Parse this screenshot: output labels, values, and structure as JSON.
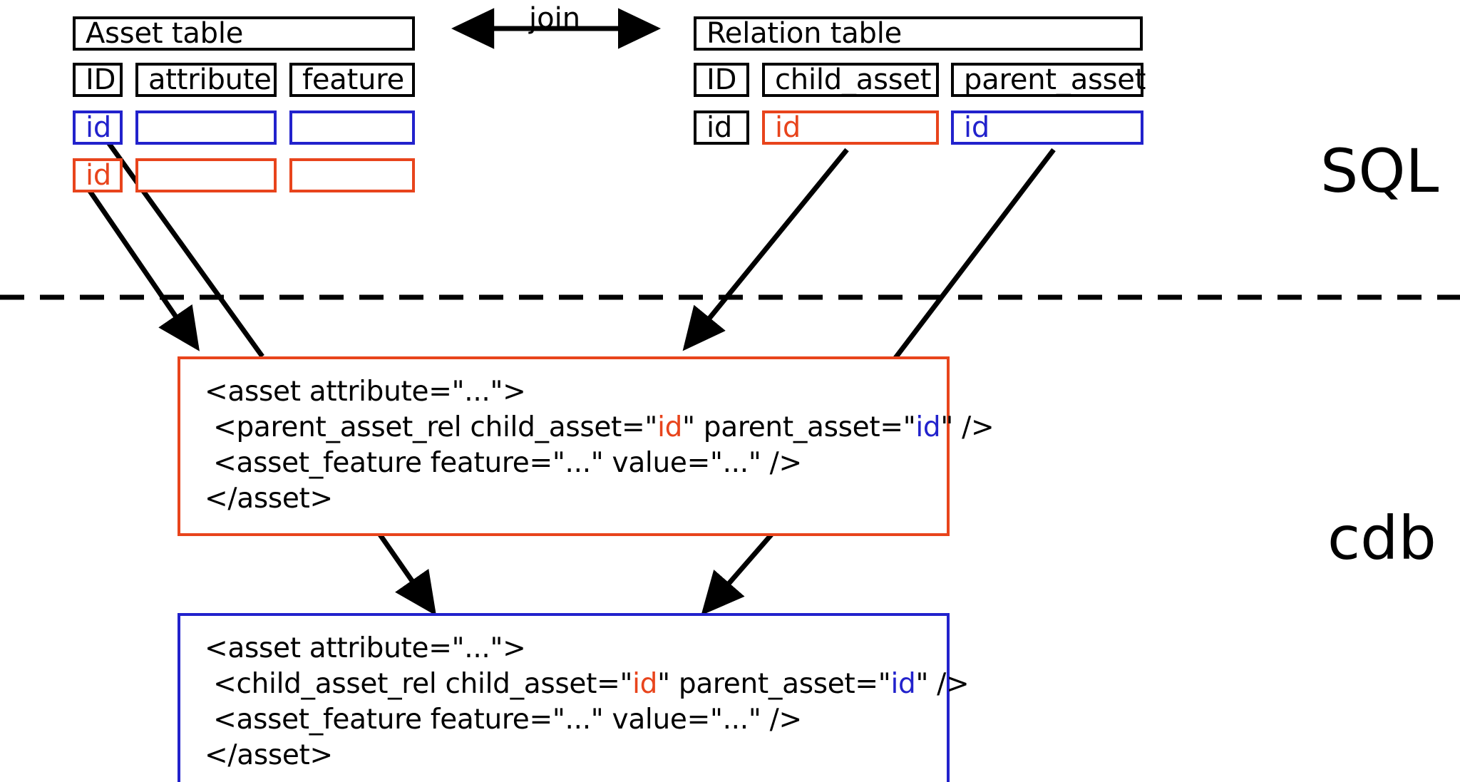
{
  "colors": {
    "red": "#e8441c",
    "blue": "#2222cc",
    "black": "#000000",
    "background": "#ffffff"
  },
  "side_labels": {
    "top": "SQL",
    "bottom": "cdb"
  },
  "join": {
    "label": "join"
  },
  "asset_table": {
    "title": "Asset table",
    "columns": [
      "ID",
      "attribute",
      "feature"
    ],
    "rows": [
      {
        "color": "blue",
        "cells": [
          "id",
          "",
          ""
        ]
      },
      {
        "color": "red",
        "cells": [
          "id",
          "",
          ""
        ]
      }
    ]
  },
  "relation_table": {
    "title": "Relation table",
    "columns": [
      "ID",
      "child_asset",
      "parent_asset"
    ],
    "rows": [
      {
        "cells": [
          {
            "text": "id",
            "color": "black"
          },
          {
            "text": "id",
            "color": "red"
          },
          {
            "text": "id",
            "color": "blue"
          }
        ]
      }
    ]
  },
  "code_parent": {
    "border_color": "red",
    "lines": [
      [
        {
          "t": "<asset attribute=\"...\">",
          "c": "black"
        }
      ],
      [
        {
          "t": " <parent_asset_rel child_asset=\"",
          "c": "black"
        },
        {
          "t": "id",
          "c": "red"
        },
        {
          "t": "\" parent_asset=\"",
          "c": "black"
        },
        {
          "t": "id",
          "c": "blue"
        },
        {
          "t": "\" />",
          "c": "black"
        }
      ],
      [
        {
          "t": " <asset_feature feature=\"...\" value=\"...\" />",
          "c": "black"
        }
      ],
      [
        {
          "t": "</asset>",
          "c": "black"
        }
      ]
    ]
  },
  "code_child": {
    "border_color": "blue",
    "lines": [
      [
        {
          "t": "<asset attribute=\"...\">",
          "c": "black"
        }
      ],
      [
        {
          "t": " <child_asset_rel child_asset=\"",
          "c": "black"
        },
        {
          "t": "id",
          "c": "red"
        },
        {
          "t": "\" parent_asset=\"",
          "c": "black"
        },
        {
          "t": "id",
          "c": "blue"
        },
        {
          "t": "\" />",
          "c": "black"
        }
      ],
      [
        {
          "t": " <asset_feature feature=\"...\" value=\"...\" />",
          "c": "black"
        }
      ],
      [
        {
          "t": "</asset>",
          "c": "black"
        }
      ]
    ]
  },
  "divider": {
    "name": "sql-cdb-divider",
    "style": "dashed"
  }
}
